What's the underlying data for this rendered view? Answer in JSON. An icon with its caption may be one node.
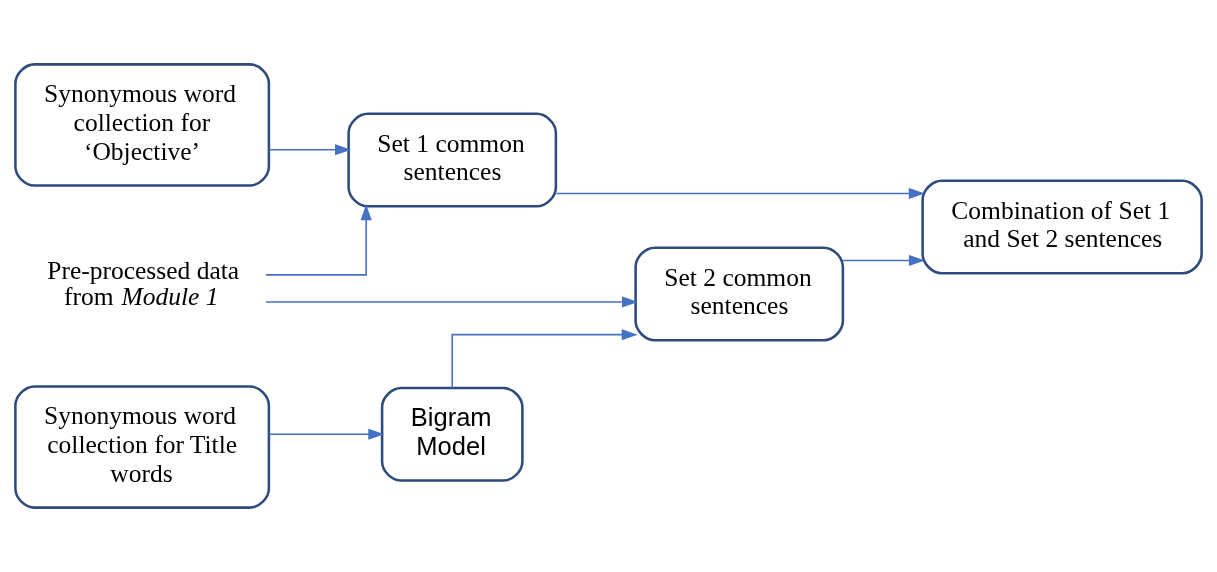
{
  "diagram": {
    "nodes": [
      {
        "text": [
          "Synonymous word collection for ‘Objective’"
        ]
      },
      {
        "text": [
          "Set 1 common sentences"
        ]
      },
      {
        "text": [
          "Pre-processed data from *Module 1*"
        ]
      },
      {
        "text": [
          "Combination of Set 1 and Set 2 sentences"
        ]
      },
      {
        "text": [
          "Set 2 common sentences"
        ]
      },
      {
        "text": [
          "Synonymous word collection for Title words"
        ]
      },
      {
        "text": [
          "Bigram Model"
        ]
      }
    ],
    "edges": [
      {
        "from": 0,
        "to": 1,
        "arrow": "to"
      },
      {
        "from": 2,
        "to": 1,
        "arrow": "to"
      },
      {
        "from": 2,
        "to": 4,
        "arrow": "to"
      },
      {
        "from": 1,
        "to": 3,
        "arrow": "to"
      },
      {
        "from": 4,
        "to": 3,
        "arrow": "to"
      },
      {
        "from": 5,
        "to": 6,
        "arrow": "to"
      },
      {
        "from": 6,
        "to": 4,
        "arrow": "to"
      }
    ]
  }
}
